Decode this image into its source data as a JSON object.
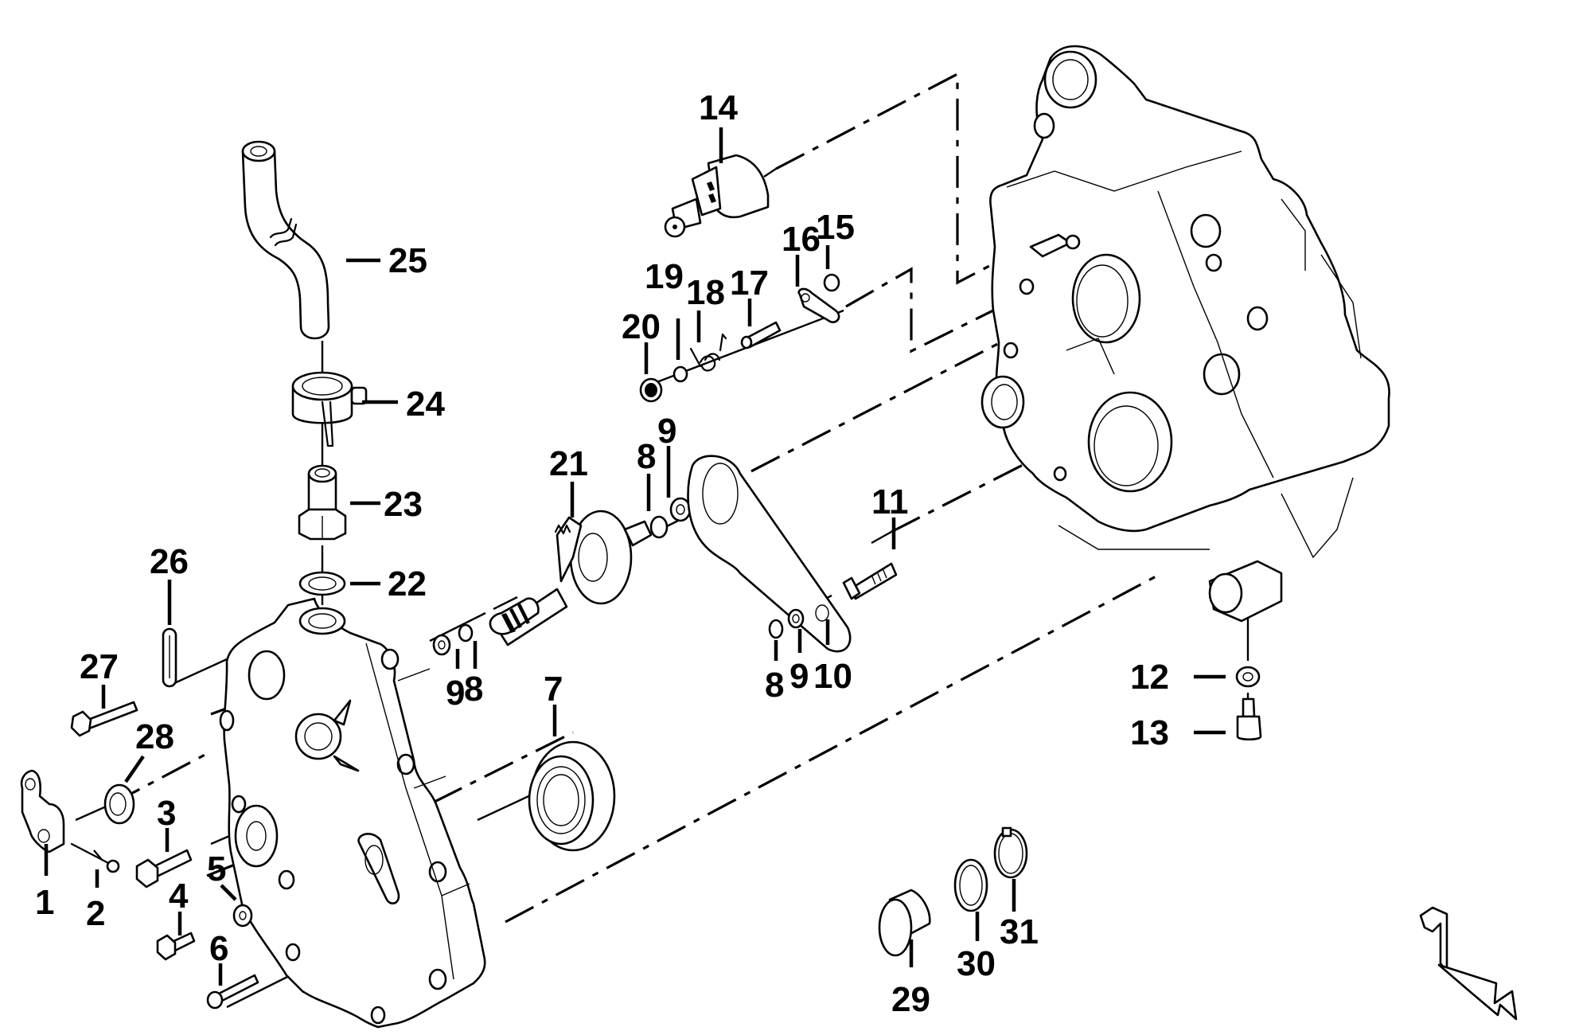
{
  "diagram": {
    "title": "Exploded view - side cover, kick starter and crankcase",
    "callouts": {
      "c1": "1",
      "c2": "2",
      "c3": "3",
      "c4": "4",
      "c5": "5",
      "c6": "6",
      "c7": "7",
      "c8a": "8",
      "c9a": "9",
      "c8b": "8",
      "c9b": "9",
      "c8c": "8",
      "c9c": "9",
      "c10": "10",
      "c11": "11",
      "c12": "12",
      "c13": "13",
      "c14": "14",
      "c15": "15",
      "c16": "16",
      "c17": "17",
      "c18": "18",
      "c19": "19",
      "c20": "20",
      "c21": "21",
      "c22": "22",
      "c23": "23",
      "c24": "24",
      "c25": "25",
      "c26": "26",
      "c27": "27",
      "c28": "28",
      "c29": "29",
      "c30": "30",
      "c31": "31"
    },
    "parts": [
      {
        "number": "1",
        "name": "bracket"
      },
      {
        "number": "2",
        "name": "small bolt"
      },
      {
        "number": "3",
        "name": "flange bolt"
      },
      {
        "number": "4",
        "name": "flange bolt"
      },
      {
        "number": "5",
        "name": "washer"
      },
      {
        "number": "6",
        "name": "bolt"
      },
      {
        "number": "7",
        "name": "bearing"
      },
      {
        "number": "8",
        "name": "circlip"
      },
      {
        "number": "9",
        "name": "washer"
      },
      {
        "number": "10",
        "name": "arm"
      },
      {
        "number": "11",
        "name": "stud"
      },
      {
        "number": "12",
        "name": "sealing washer"
      },
      {
        "number": "13",
        "name": "drain plug"
      },
      {
        "number": "14",
        "name": "starter gear assembly"
      },
      {
        "number": "15",
        "name": "washer"
      },
      {
        "number": "16",
        "name": "plate"
      },
      {
        "number": "17",
        "name": "pin"
      },
      {
        "number": "18",
        "name": "spring"
      },
      {
        "number": "19",
        "name": "washer"
      },
      {
        "number": "20",
        "name": "nut"
      },
      {
        "number": "21",
        "name": "kick shaft with gear"
      },
      {
        "number": "22",
        "name": "washer"
      },
      {
        "number": "23",
        "name": "hose fitting"
      },
      {
        "number": "24",
        "name": "hose clamp"
      },
      {
        "number": "25",
        "name": "breather hose"
      },
      {
        "number": "26",
        "name": "clip"
      },
      {
        "number": "27",
        "name": "bolt"
      },
      {
        "number": "28",
        "name": "oil seal"
      },
      {
        "number": "29",
        "name": "plug"
      },
      {
        "number": "30",
        "name": "o-ring"
      },
      {
        "number": "31",
        "name": "snap ring"
      }
    ],
    "logo_icon": "engine-logo-icon"
  }
}
